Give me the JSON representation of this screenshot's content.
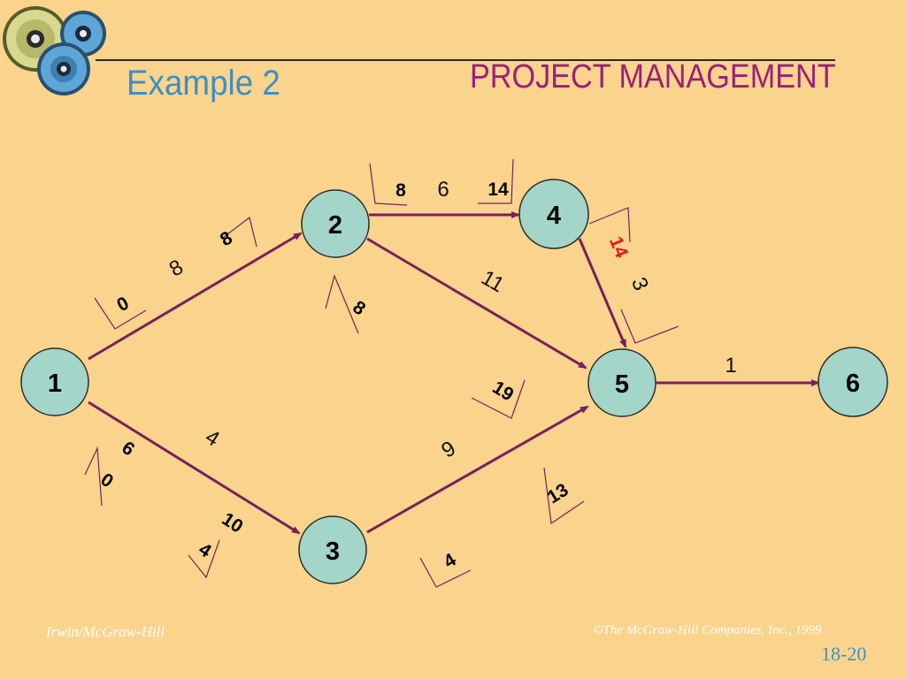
{
  "header": {
    "slide_title": "Example 2",
    "section_title": "PROJECT MANAGEMENT"
  },
  "footer": {
    "publisher": "Irwin/McGraw-Hill",
    "copyright": "©The McGraw-Hill Companies, Inc., 1999",
    "page_number": "18-20"
  },
  "colors": {
    "background": "#FAD48C",
    "node_fill": "#A3D5C8",
    "arrow": "#7A1F5E",
    "title_blue": "#3B8FC8",
    "title_purple": "#9B1F7A",
    "highlight": "#E8141E"
  },
  "logo": "gears-icon",
  "network": {
    "nodes": [
      "1",
      "2",
      "3",
      "4",
      "5",
      "6"
    ],
    "activities": [
      {
        "from": "1",
        "to": "2",
        "duration": "8"
      },
      {
        "from": "1",
        "to": "3",
        "duration": "4"
      },
      {
        "from": "2",
        "to": "4",
        "duration": "6"
      },
      {
        "from": "2",
        "to": "5",
        "duration": "11"
      },
      {
        "from": "3",
        "to": "5",
        "duration": "9"
      },
      {
        "from": "4",
        "to": "5",
        "duration": "3"
      },
      {
        "from": "5",
        "to": "6",
        "duration": "1"
      }
    ],
    "time_labels": {
      "a12_start": "0",
      "a12_end": "8",
      "a13_start_top": "6",
      "a13_start_bottom": "0",
      "a13_end_top": "10",
      "a13_end_bottom": "4",
      "a24_start": "8",
      "a24_end": "14",
      "a25_start": "8",
      "a25_end": "19",
      "a35_start": "4",
      "a35_end": "13",
      "a45_start": "14"
    }
  }
}
